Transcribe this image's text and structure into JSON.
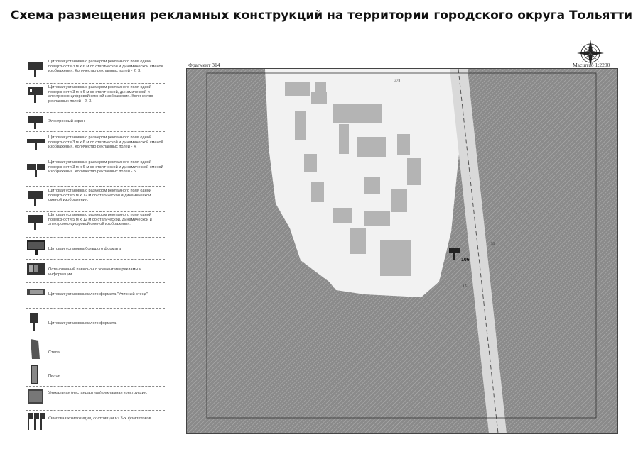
{
  "title": "Схема размещения рекламных конструкций на территории городского округа Тольятти",
  "map": {
    "fragment_label": "Фрагмент 314",
    "scale_label": "Масштаб 1:2200",
    "marker_number": "106",
    "top_number": "378",
    "road_labels": [
      "59",
      "1б"
    ]
  },
  "compass": {
    "icon": "compass-rose-icon"
  },
  "legend": {
    "items": [
      {
        "icon": "billboard-icon",
        "text": "Щитовая установка с размером рекламного поля одной поверхности 3 м х 6 м со статической и динамической сменой изображения. Количество рекламных полей - 2, 3."
      },
      {
        "icon": "billboard-electronic-icon",
        "text": "Щитовая установка с размером рекламного поля одной поверхности 3 м х 6 м со статической, динамической и электронно-цифровой сменой изображения. Количество рекламных полей - 2, 3."
      },
      {
        "icon": "electronic-screen-icon",
        "text": "Электронный экран"
      },
      {
        "icon": "billboard-4-fields-icon",
        "text": "Щитовая установка с размером рекламного поля одной поверхности 3 м х 6 м со статической и динамической сменой изображения. Количество рекламных полей - 4."
      },
      {
        "icon": "billboard-5-fields-icon",
        "text": "Щитовая установка с размером рекламного поля одной поверхности 3 м х 6 м со статической и динамической сменой изображения. Количество рекламных полей - 5."
      },
      {
        "icon": "billboard-5x12-icon",
        "text": "Щитовая установка с размером рекламного поля одной поверхности 5 м х 12 м со статической и динамической сменой изображения."
      },
      {
        "icon": "billboard-5x12-electronic-icon",
        "text": "Щитовая установка с размером рекламного поля одной поверхности 5 м х 12 м со статической, динамической и электронно-цифровой сменой изображения."
      },
      {
        "icon": "large-format-billboard-icon",
        "text": "Щитовая установка большого формата"
      },
      {
        "icon": "bus-stop-pavilion-icon",
        "text": "Остановочный павильон с элементами рекламы и информации."
      },
      {
        "icon": "city-stand-icon",
        "text": "Щитовая установка малого формата \"Уличный стенд\""
      },
      {
        "icon": "small-format-billboard-icon",
        "text": "Щитовая установка малого формата"
      },
      {
        "icon": "stela-icon",
        "text": "Стела"
      },
      {
        "icon": "pylon-icon",
        "text": "Пилон"
      },
      {
        "icon": "unique-construction-icon",
        "text": "Уникальная (нестандартная) рекламная конструкция."
      },
      {
        "icon": "flag-composition-icon",
        "text": "Флаговая композиция, состоящая из 3-х флагштоков"
      }
    ]
  },
  "colors": {
    "map_gray": "#8e8e8e",
    "map_light": "#f2f2f2",
    "building": "#b4b4b4"
  }
}
